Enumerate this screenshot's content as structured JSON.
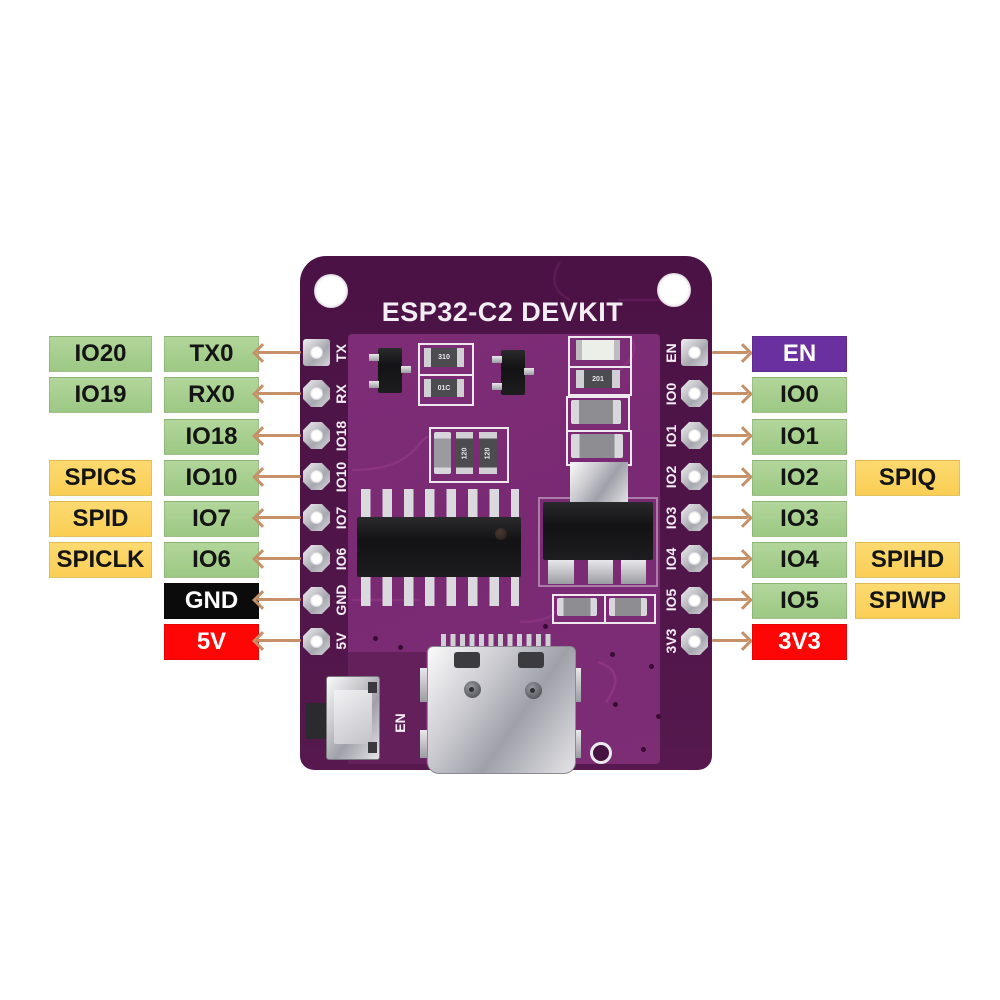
{
  "title": "ESP32-C2 DEVKIT",
  "colors": {
    "board_dark": "#4b1245",
    "board_bright": "#7c2b75",
    "label_green": "#a6ce8f",
    "label_yellow": "#fcd564",
    "label_red": "#fe0606",
    "label_black": "#0b0b0b",
    "label_purple": "#6a30a0",
    "arrow_tan": "#c69068",
    "silkscreen_white": "#f4eef4"
  },
  "pinout": {
    "left": [
      {
        "outer": "IO20",
        "pin": "TX0",
        "silk": "TX"
      },
      {
        "outer": "IO19",
        "pin": "RX0",
        "silk": "RX"
      },
      {
        "pin": "IO18",
        "silk": "IO18"
      },
      {
        "outer": "SPICS",
        "pin": "IO10",
        "silk": "IO10"
      },
      {
        "outer": "SPID",
        "pin": "IO7",
        "silk": "IO7"
      },
      {
        "outer": "SPICLK",
        "pin": "IO6",
        "silk": "IO6"
      },
      {
        "pin": "GND",
        "silk": "GND"
      },
      {
        "pin": "5V",
        "silk": "5V"
      }
    ],
    "right": [
      {
        "pin": "EN",
        "silk": "EN"
      },
      {
        "pin": "IO0",
        "silk": "IO0"
      },
      {
        "pin": "IO1",
        "silk": "IO1"
      },
      {
        "pin": "IO2",
        "silk": "IO2",
        "outer": "SPIQ"
      },
      {
        "pin": "IO3",
        "silk": "IO3"
      },
      {
        "pin": "IO4",
        "silk": "IO4",
        "outer": "SPIHD"
      },
      {
        "pin": "IO5",
        "silk": "IO5",
        "outer": "SPIWP"
      },
      {
        "pin": "3V3",
        "silk": "3V3"
      }
    ]
  },
  "board": {
    "button_silk": "EN",
    "markings": {
      "top_r1": "310",
      "top_r2": "01C",
      "right_r": "201",
      "mid_r1": "120",
      "mid_r2": "120"
    }
  }
}
